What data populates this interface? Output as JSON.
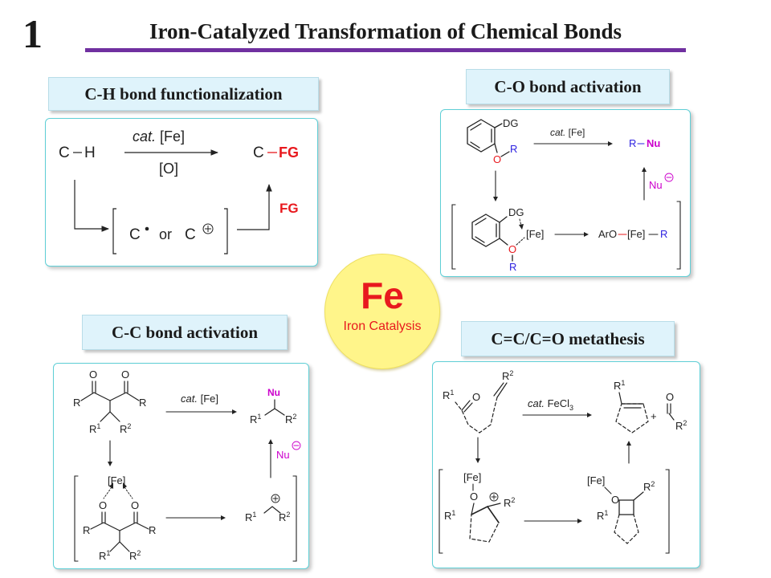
{
  "slide_number": "1",
  "title": "Iron-Catalyzed Transformation of Chemical Bonds",
  "center": {
    "symbol": "Fe",
    "caption": "Iron Catalysis"
  },
  "colors": {
    "title_rule": "#7030a0",
    "label_fill": "#dff3fb",
    "panel_border": "#5fcfd6",
    "center_fill": "#fff58a",
    "red": "#e8191e",
    "blue": "#2b1fe0",
    "magenta": "#cc00cc"
  },
  "ch": {
    "label": "C-H bond functionalization",
    "start_c": "C",
    "start_h": "H",
    "catalyst_italic": "cat.",
    "catalyst_rest": " [Fe]",
    "oxidant": "[O]",
    "product_c": "C",
    "product_fg": "FG",
    "reagent_fg": "FG",
    "int_c1": "C",
    "int_or": "or",
    "int_c2": "C"
  },
  "co": {
    "label": "C-O bond activation",
    "dg_top": "DG",
    "o_top": "O",
    "r_top": "R",
    "catalyst_italic": "cat.",
    "catalyst_rest": " [Fe]",
    "prod_r": "R",
    "prod_nu": "Nu",
    "nu_reagent": "Nu",
    "dg_bot": "DG",
    "fe_bot": "[Fe]",
    "o_bot": "O",
    "r_bot": "R",
    "aro": "ArO",
    "fe_int": "[Fe]",
    "r_int": "R"
  },
  "cc": {
    "label": "C-C bond activation",
    "o1": "O",
    "o2": "O",
    "r_left": "R",
    "r_right": "R",
    "r1": "R",
    "sup1": "1",
    "r2": "R",
    "sup2": "2",
    "catalyst_italic": "cat.",
    "catalyst_rest": " [Fe]",
    "prod_nu": "Nu",
    "prod_r1": "R",
    "prod_sup1": "1",
    "prod_r2": "R",
    "prod_sup2": "2",
    "nu_reagent": "Nu",
    "fe": "[Fe]",
    "o3": "O",
    "o4": "O",
    "r3": "R",
    "r4": "R",
    "r5": "R",
    "sup5": "1",
    "r6": "R",
    "sup6": "2",
    "cat_r1": "R",
    "cat_sup1": "1",
    "cat_r2": "R",
    "cat_sup2": "2"
  },
  "met": {
    "label": "C=C/C=O metathesis",
    "r2": "R",
    "r2_sup": "2",
    "r1": "R",
    "r1_sup": "1",
    "o": "O",
    "catalyst_italic": "cat.",
    "catalyst_rest": " FeCl",
    "catalyst_sub": "3",
    "prod_r1": "R",
    "prod_sup1": "1",
    "plus": "+",
    "prod_o": "O",
    "prod_r2": "R",
    "prod_sup2": "2",
    "fe_a": "[Fe]",
    "o_a": "O",
    "r1_a": "R",
    "sup1_a": "1",
    "r2_a": "R",
    "sup2_a": "2",
    "fe_b": "[Fe]",
    "o_b": "O",
    "r2_b": "R",
    "sup2_b": "2",
    "r1_b": "R",
    "sup1_b": "1"
  }
}
